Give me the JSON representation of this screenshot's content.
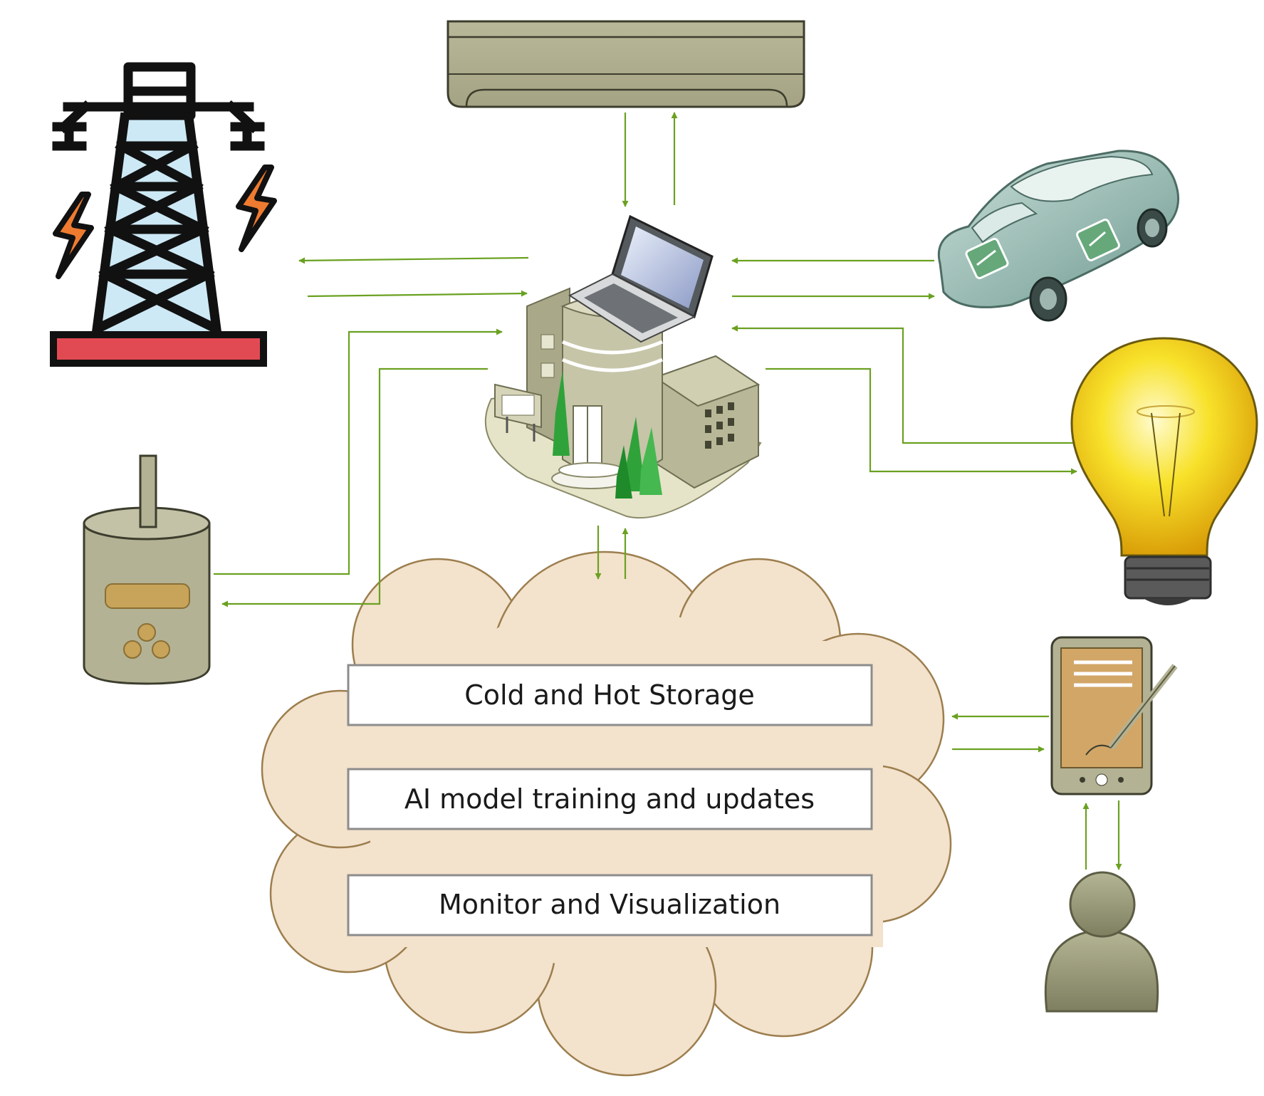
{
  "cloud": {
    "boxes": [
      {
        "label": "Cold and Hot Storage"
      },
      {
        "label": "AI model training and updates"
      },
      {
        "label": "Monitor and Visualization"
      }
    ]
  },
  "nodes": {
    "hub": "smart-building-with-laptop-icon",
    "grid": "power-transmission-tower-icon",
    "hvac": "air-conditioner-icon",
    "ev": "electric-car-icon",
    "lighting": "light-bulb-icon",
    "sensor": "meter-device-icon",
    "mobile": "tablet-device-icon",
    "user": "user-icon"
  },
  "colors": {
    "arrow": "#6aa121",
    "cloud_fill": "#f3e2cc",
    "cloud_stroke": "#9c7e4e",
    "device_olive": "#b3b294",
    "tower_fill": "#cde9f6",
    "bolt": "#ee7b30",
    "bulb": "#f4d21a",
    "car": "#8fb7ac"
  }
}
